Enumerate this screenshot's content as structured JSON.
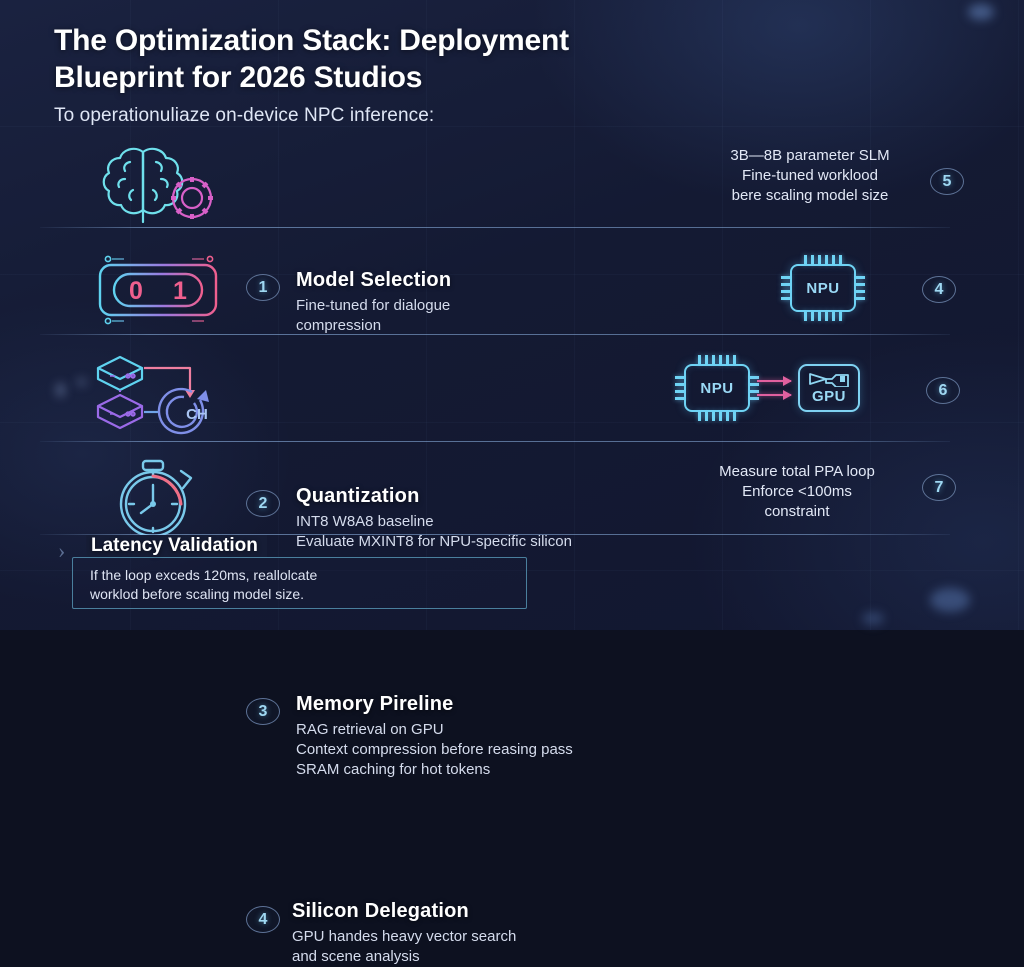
{
  "header": {
    "title_line1": "The Optimization Stack: Deployment",
    "title_line2": "Blueprint for 2026 Studios",
    "subtitle": "To operationuliaze on-device NPC inference:"
  },
  "colors": {
    "background": "#141a33",
    "accent_cyan": "#6fd4f5",
    "accent_pink": "#e0609f",
    "badge_number": "#9fd8f2",
    "divider": "#96bef0",
    "note_border": "#4a7f9d"
  },
  "rows": [
    {
      "badge": "1",
      "icon": "brain-gear-icon",
      "heading": "Model Selection",
      "lines": [
        "Fine-tuned for dialogue",
        "compression"
      ],
      "right": {
        "badge": "5",
        "lines": [
          "3B—8B parameter SLM",
          "Fine-tuned worklood",
          "bere scaling model size"
        ]
      }
    },
    {
      "badge": "2",
      "icon": "binary-toggle-icon",
      "heading": "Quantization",
      "lines": [
        "INT8 W8A8 baseline",
        "Evaluate MXINT8 for NPU-specific silicon"
      ],
      "right": {
        "badge": "4",
        "icon": "npu-chip-icon",
        "chip_label": "NPU"
      }
    },
    {
      "badge": "3",
      "icon": "memory-cache-icon",
      "heading": "Memory Pireline",
      "lines": [
        "RAG retrieval on GPU",
        "Context compression before reasing pass",
        "SRAM caching for hot tokens"
      ],
      "right": {
        "badge": "6",
        "icon": "npu-to-gpu-flow-icon",
        "chip_label": "NPU",
        "gpu_label": "GPU"
      }
    },
    {
      "badge": "4",
      "icon": "stopwatch-icon",
      "heading": "Silicon Delegation",
      "lines": [
        "GPU handes heavy vector search",
        "and scene analysis"
      ],
      "right": {
        "badge": "7",
        "lines": [
          "Measure total PPA loop",
          "Enforce <100ms",
          "constraint"
        ]
      }
    }
  ],
  "note": {
    "title": "Latency Validation",
    "lines": [
      "If the loop exceds 120ms, reallolcate",
      "worklod before scaling model size."
    ]
  }
}
